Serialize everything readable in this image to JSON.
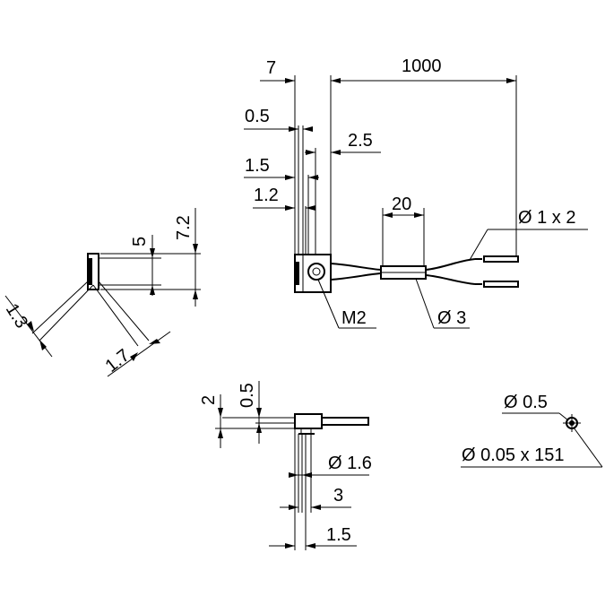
{
  "dimensions": {
    "top_7": "7",
    "top_1000": "1000",
    "top_0_5": "0.5",
    "top_2_5": "2.5",
    "top_1_5": "1.5",
    "top_1_2": "1.2",
    "top_20": "20",
    "cable_dia": "Ø 1 x 2",
    "thread": "M2",
    "sleeve_dia": "Ø 3",
    "left_5": "5",
    "left_7_2": "7.2",
    "left_1_3": "1.3",
    "left_1_7": "1.7",
    "mid_2": "2",
    "mid_0_5": "0.5",
    "mid_dia_1_6": "Ø 1.6",
    "mid_3": "3",
    "mid_1_5": "1.5",
    "fiber_core": "Ø 0.5",
    "fiber_spec": "Ø 0.05 x 151"
  }
}
